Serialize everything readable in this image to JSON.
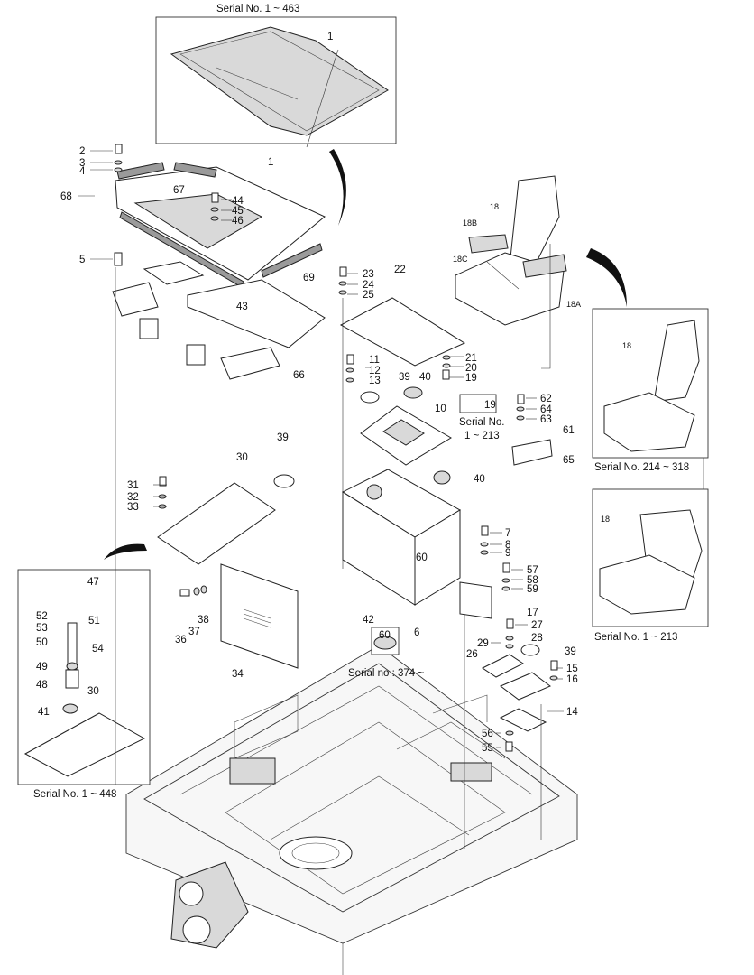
{
  "serial_labels": {
    "top_inset": "Serial No. 1 ~ 463",
    "nut_19": "Serial No.",
    "nut_19_range": "1 ~ 213",
    "seat_214": "Serial No. 214 ~ 318",
    "seat_1": "Serial No. 1 ~ 213",
    "part_60": "Serial no : 374 ~",
    "left_inset": "Serial No. 1 ~ 448"
  },
  "callouts": [
    {
      "id": "c1top",
      "text": "1"
    },
    {
      "id": "c2",
      "text": "2"
    },
    {
      "id": "c3",
      "text": "3"
    },
    {
      "id": "c4",
      "text": "4"
    },
    {
      "id": "c1",
      "text": "1"
    },
    {
      "id": "c68",
      "text": "68"
    },
    {
      "id": "c67",
      "text": "67"
    },
    {
      "id": "c44",
      "text": "44"
    },
    {
      "id": "c45",
      "text": "45"
    },
    {
      "id": "c46",
      "text": "46"
    },
    {
      "id": "c5",
      "text": "5"
    },
    {
      "id": "c69",
      "text": "69"
    },
    {
      "id": "c43",
      "text": "43"
    },
    {
      "id": "c66",
      "text": "66"
    },
    {
      "id": "c23",
      "text": "23"
    },
    {
      "id": "c24",
      "text": "24"
    },
    {
      "id": "c25",
      "text": "25"
    },
    {
      "id": "c22",
      "text": "22"
    },
    {
      "id": "c18",
      "text": "18"
    },
    {
      "id": "c18B",
      "text": "18B"
    },
    {
      "id": "c18C",
      "text": "18C"
    },
    {
      "id": "c18A",
      "text": "18A"
    },
    {
      "id": "c11",
      "text": "11"
    },
    {
      "id": "c12",
      "text": "12"
    },
    {
      "id": "c13",
      "text": "13"
    },
    {
      "id": "c39a",
      "text": "39"
    },
    {
      "id": "c40a",
      "text": "40"
    },
    {
      "id": "c21",
      "text": "21"
    },
    {
      "id": "c20",
      "text": "20"
    },
    {
      "id": "c19",
      "text": "19"
    },
    {
      "id": "c19b",
      "text": "19"
    },
    {
      "id": "c10",
      "text": "10"
    },
    {
      "id": "c62",
      "text": "62"
    },
    {
      "id": "c64",
      "text": "64"
    },
    {
      "id": "c63",
      "text": "63"
    },
    {
      "id": "c61",
      "text": "61"
    },
    {
      "id": "c65",
      "text": "65"
    },
    {
      "id": "c18r1",
      "text": "18"
    },
    {
      "id": "c18r2",
      "text": "18"
    },
    {
      "id": "c39b",
      "text": "39"
    },
    {
      "id": "c30",
      "text": "30"
    },
    {
      "id": "c31",
      "text": "31"
    },
    {
      "id": "c32",
      "text": "32"
    },
    {
      "id": "c33",
      "text": "33"
    },
    {
      "id": "c40b",
      "text": "40"
    },
    {
      "id": "c7",
      "text": "7"
    },
    {
      "id": "c8",
      "text": "8"
    },
    {
      "id": "c9",
      "text": "9"
    },
    {
      "id": "c60",
      "text": "60"
    },
    {
      "id": "c57",
      "text": "57"
    },
    {
      "id": "c58",
      "text": "58"
    },
    {
      "id": "c59",
      "text": "59"
    },
    {
      "id": "c17",
      "text": "17"
    },
    {
      "id": "c42",
      "text": "42"
    },
    {
      "id": "c6",
      "text": "6"
    },
    {
      "id": "c60b",
      "text": "60"
    },
    {
      "id": "c27",
      "text": "27"
    },
    {
      "id": "c29",
      "text": "29"
    },
    {
      "id": "c28",
      "text": "28"
    },
    {
      "id": "c26",
      "text": "26"
    },
    {
      "id": "c39c",
      "text": "39"
    },
    {
      "id": "c15",
      "text": "15"
    },
    {
      "id": "c16",
      "text": "16"
    },
    {
      "id": "c14",
      "text": "14"
    },
    {
      "id": "c56",
      "text": "56"
    },
    {
      "id": "c55",
      "text": "55"
    },
    {
      "id": "c47",
      "text": "47"
    },
    {
      "id": "c52",
      "text": "52"
    },
    {
      "id": "c53",
      "text": "53"
    },
    {
      "id": "c50",
      "text": "50"
    },
    {
      "id": "c51",
      "text": "51"
    },
    {
      "id": "c54",
      "text": "54"
    },
    {
      "id": "c49",
      "text": "49"
    },
    {
      "id": "c48",
      "text": "48"
    },
    {
      "id": "c30b",
      "text": "30"
    },
    {
      "id": "c41",
      "text": "41"
    },
    {
      "id": "c36",
      "text": "36"
    },
    {
      "id": "c37",
      "text": "37"
    },
    {
      "id": "c38",
      "text": "38"
    },
    {
      "id": "c34",
      "text": "34"
    }
  ]
}
